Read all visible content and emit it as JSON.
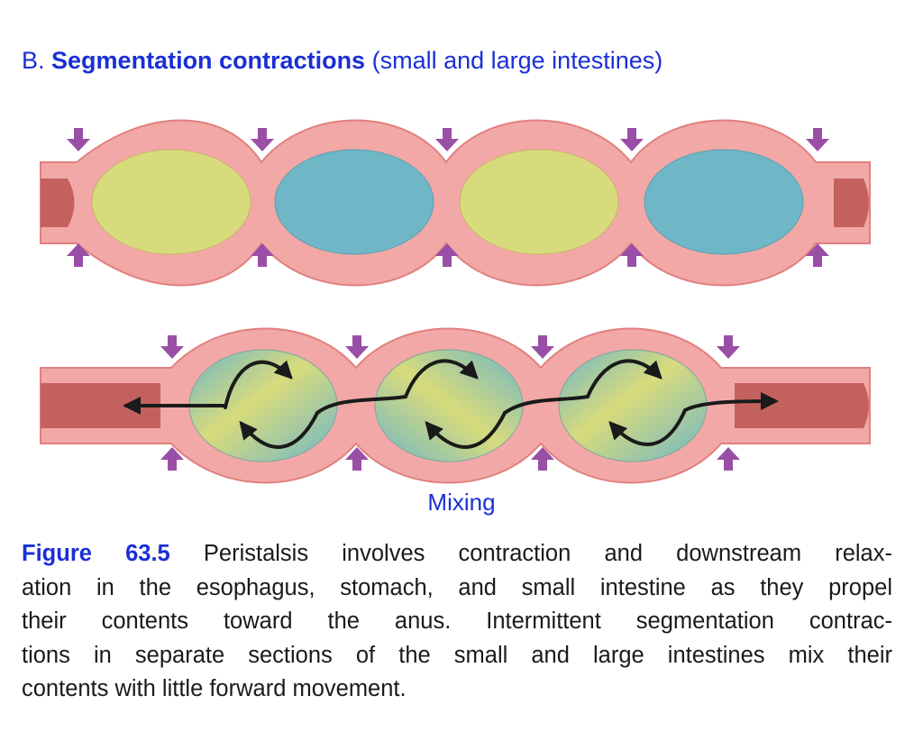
{
  "heading": {
    "prefix": "B.",
    "title": "Segmentation contractions",
    "qualifier": "(small and large intestines)"
  },
  "diagram": {
    "label": "Mixing",
    "colors": {
      "wall": "#f2a8a6",
      "wall_outline": "#e0807e",
      "lumen_end": "#c4615f",
      "yellow_content": "#d8db7c",
      "blue_content": "#6fb7c7",
      "arrow_contraction": "#9a4fa7",
      "arrow_mixing": "#1a1a1a"
    },
    "icons": [
      "arrow-down-icon",
      "arrow-up-icon",
      "curved-arrow-icon"
    ]
  },
  "caption": {
    "figure_label": "Figure 63.5",
    "line1": "Peristalsis involves contraction and downstream relax-",
    "line2": "ation in the esophagus, stomach, and small intestine as they propel",
    "line3": "their contents toward the anus. Intermittent segmentation contrac-",
    "line4": "tions in separate sections of the small and large intestines mix their",
    "line5": "contents with little forward movement."
  }
}
